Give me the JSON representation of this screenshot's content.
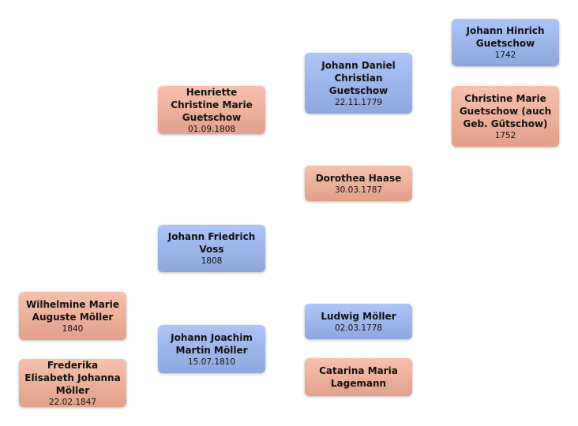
{
  "people": {
    "johann_hinrich": {
      "name": "Johann Hinrich Guetschow",
      "date": "1742"
    },
    "christine_marie": {
      "name": "Christine Marie Guetschow (auch Geb. Gütschow)",
      "date": "1752"
    },
    "johann_daniel": {
      "name": "Johann Daniel Christian Guetschow",
      "date": "22.11.1779"
    },
    "dorothea": {
      "name": "Dorothea Haase",
      "date": "30.03.1787"
    },
    "henriette": {
      "name": "Henriette Christine Marie Guetschow",
      "date": "01.09.1808"
    },
    "johann_friedrich": {
      "name": "Johann Friedrich Voss",
      "date": "1808"
    },
    "wilhelmine": {
      "name": "Wilhelmine Marie Auguste Möller",
      "date": "1840"
    },
    "frederika": {
      "name": "Frederika Elisabeth Johanna Möller",
      "date": "22.02.1847"
    },
    "johann_joachim": {
      "name": "Johann Joachim Martin Möller",
      "date": "15.07.1810"
    },
    "ludwig": {
      "name": "Ludwig Möller",
      "date": "02.03.1778"
    },
    "catarina": {
      "name": "Catarina Maria Lagemann",
      "date": ""
    }
  }
}
